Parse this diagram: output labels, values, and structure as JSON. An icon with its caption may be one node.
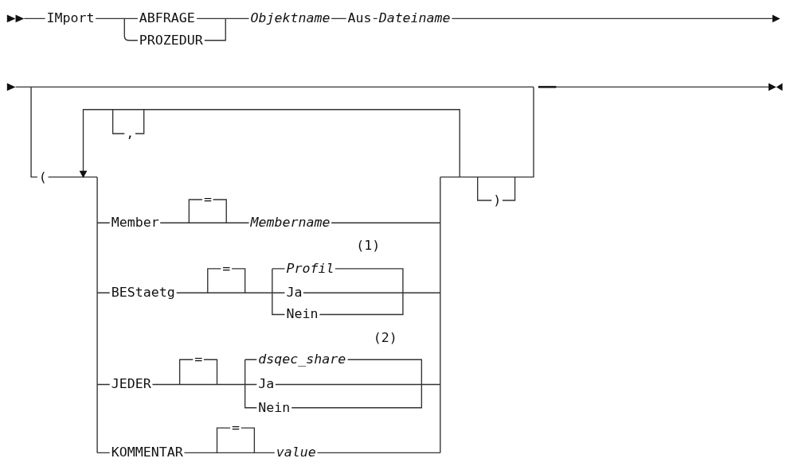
{
  "diagram": {
    "labels": [
      "IMport",
      "ABFRAGE",
      "PROZEDUR",
      "Objektname",
      "Aus",
      "Dateiname",
      ",",
      "(",
      ")",
      "Member",
      "=",
      "Membername",
      "(1)",
      "BEStaetg",
      "=",
      "Profil",
      "Ja",
      "Nein",
      "(2)",
      "JEDER",
      "=",
      "dsqec_share",
      "Ja",
      "Nein",
      "KOMMENTAR",
      "=",
      "value"
    ]
  }
}
